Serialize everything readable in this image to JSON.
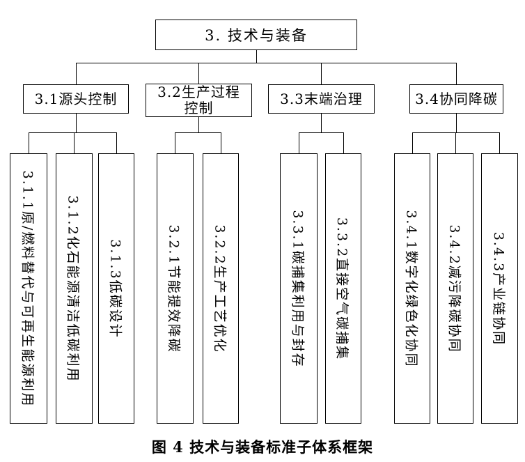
{
  "tree": {
    "root": {
      "label": "3. 技术与装备"
    },
    "branches": [
      {
        "label": "3.1源头控制",
        "children": [
          "3.1.1原/燃料替代与可再生能源利用",
          "3.1.2化石能源清洁低碳利用",
          "3.1.3低碳设计"
        ]
      },
      {
        "label": "3.2生产过程\n控制",
        "children": [
          "3.2.1节能提效降碳",
          "3.2.2生产工艺优化"
        ]
      },
      {
        "label": "3.3末端治理",
        "children": [
          "3.3.1碳捕集利用与封存",
          "3.3.2直接空气碳捕集"
        ]
      },
      {
        "label": "3.4协同降碳",
        "children": [
          "3.4.1数字化绿色化协同",
          "3.4.2减污降碳协同",
          "3.4.3产业链协同"
        ]
      }
    ]
  },
  "caption": "图 4 技术与装备标准子体系框架",
  "colors": {
    "line": "#000000",
    "background": "#ffffff",
    "text": "#000000"
  }
}
